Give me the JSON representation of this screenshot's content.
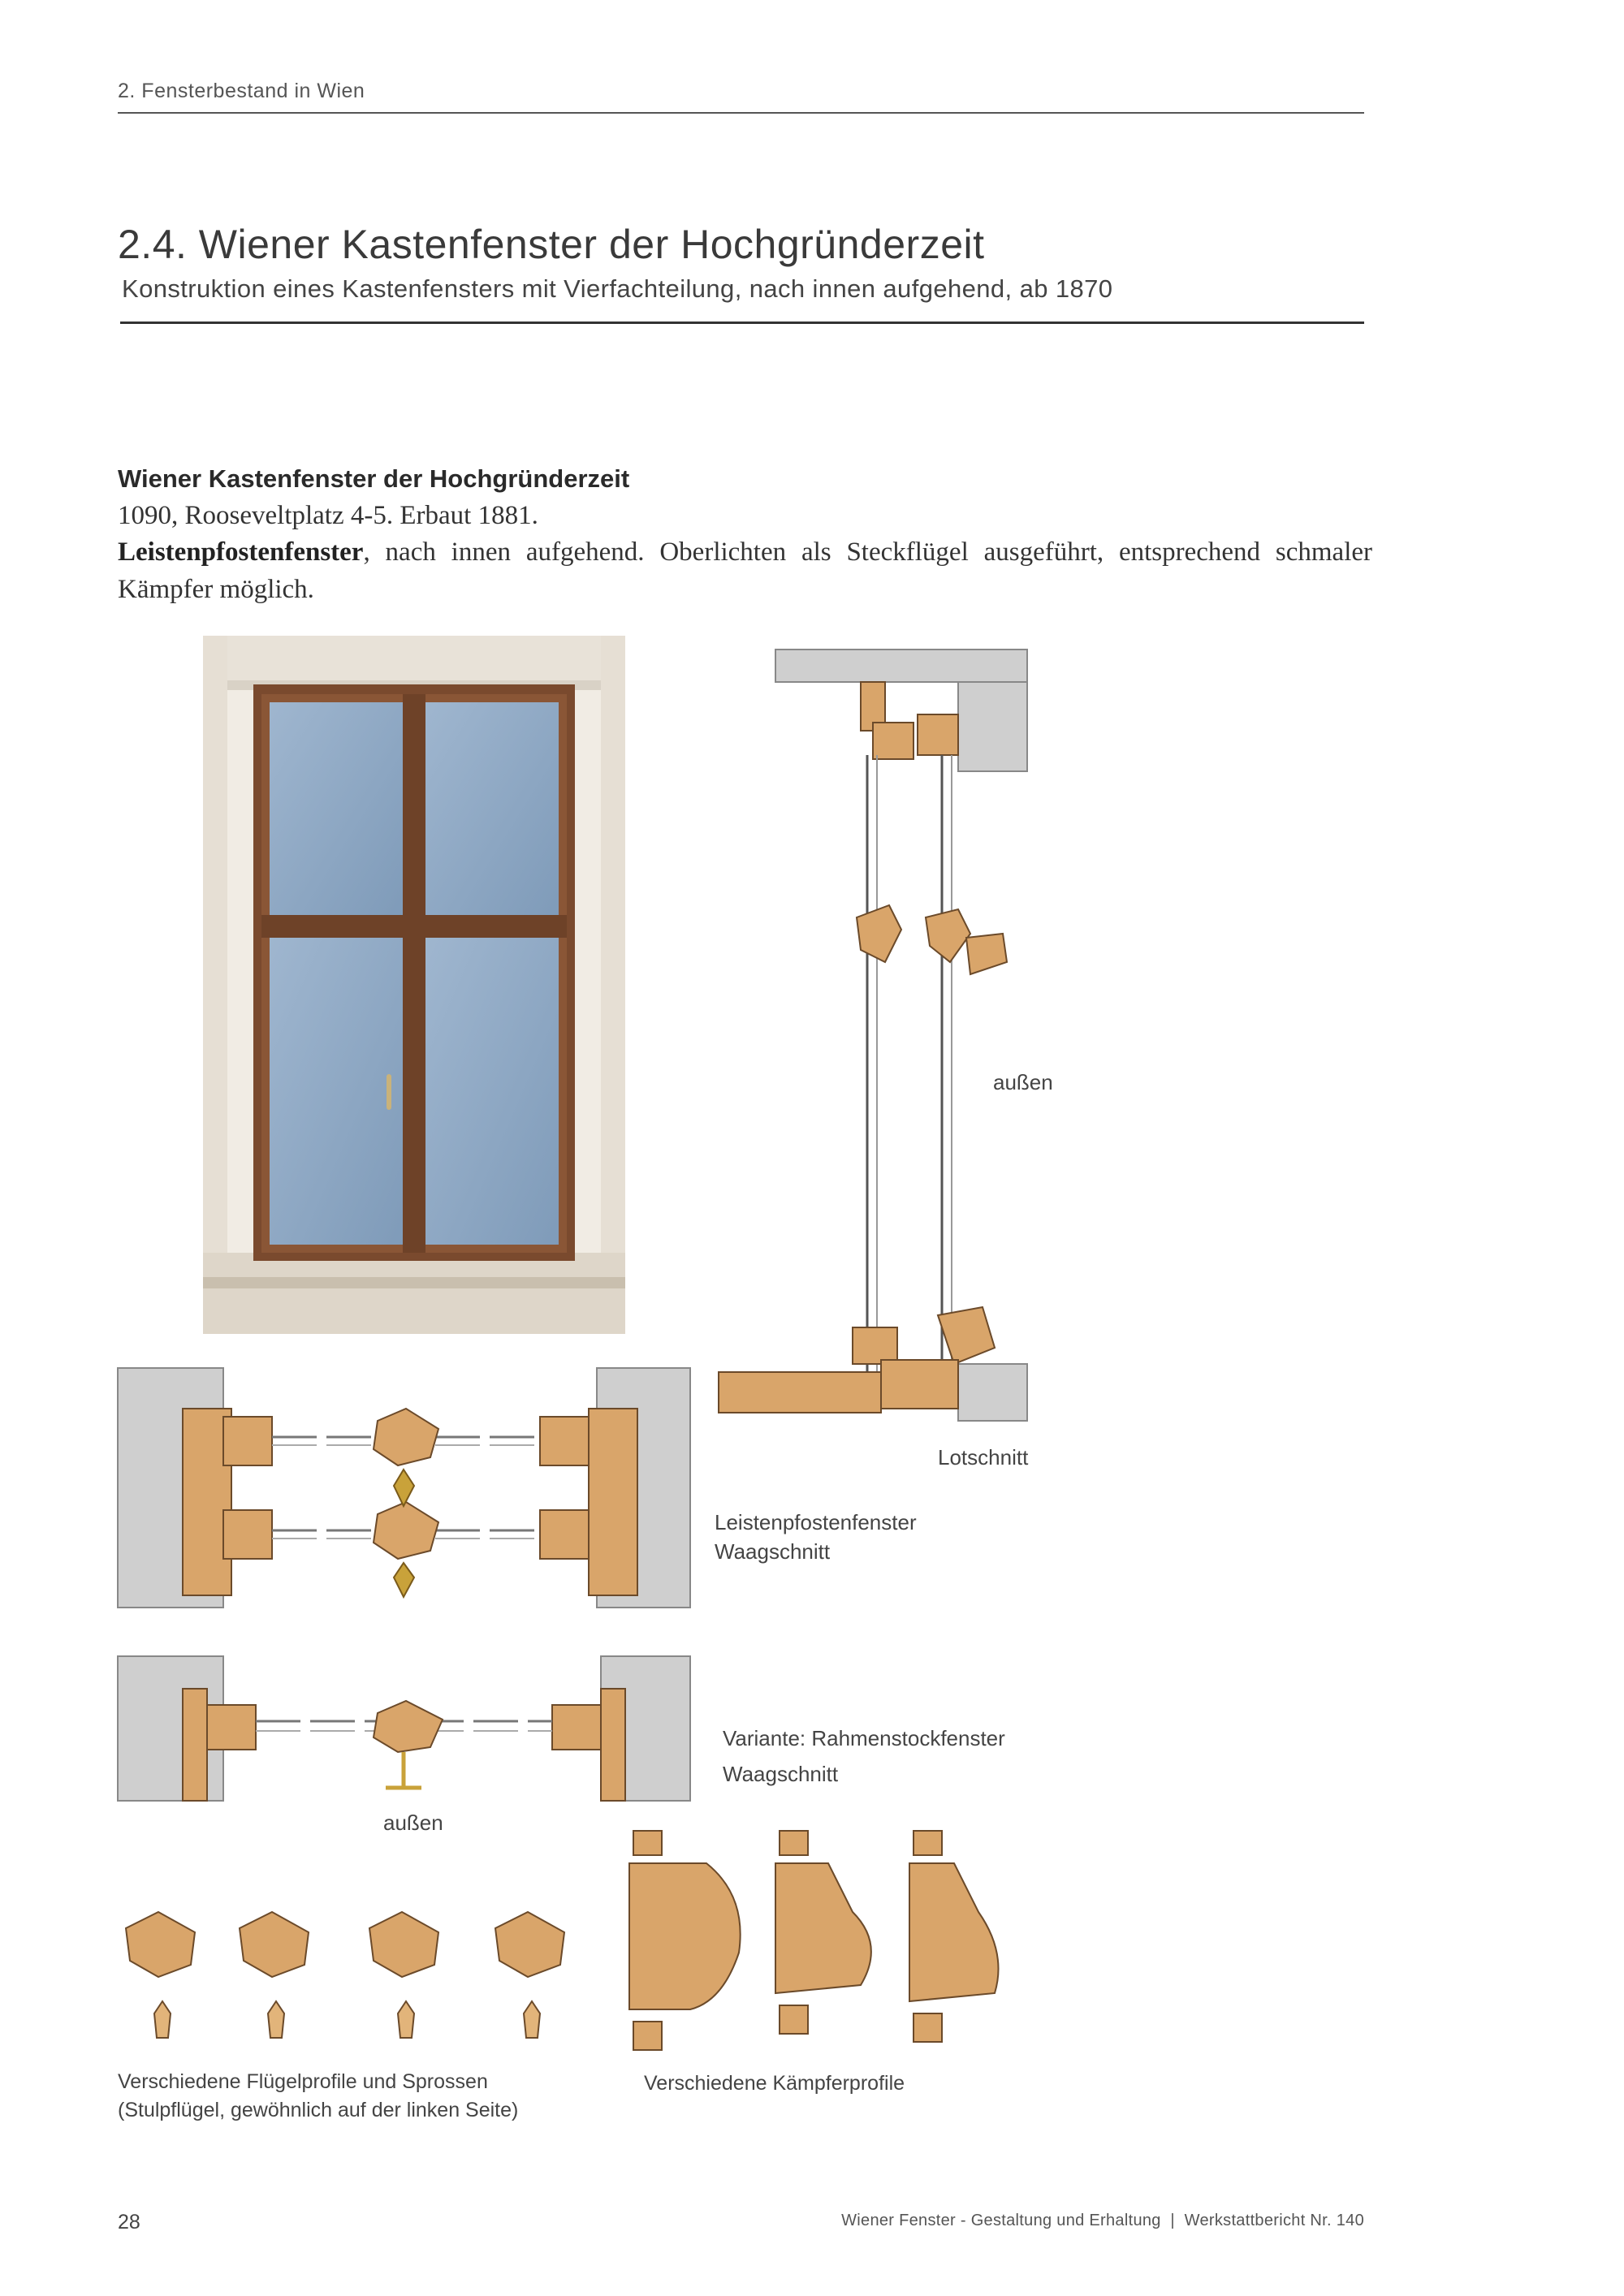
{
  "header": {
    "running_head": "2. Fensterbestand in Wien"
  },
  "section": {
    "title": "2.4. Wiener Kastenfenster der Hochgründerzeit",
    "subtitle": "Konstruktion eines Kastenfensters mit Vierfachteilung, nach innen aufgehend, ab 1870"
  },
  "caption": {
    "heading": "Wiener Kastenfenster der Hochgründerzeit",
    "address": "1090, Rooseveltplatz 4-5. Erbaut 1881.",
    "term": "Leistenpfostenfenster",
    "rest": ", nach innen aufgehend. Oberlichten als Steckflügel ausgeführt, entsprechend schmaler Kämpfer möglich."
  },
  "figure_labels": {
    "aussen_lot": "außen",
    "lotschnitt": "Lotschnitt",
    "waag1_line1": "Leistenpfostenfenster",
    "waag1_line2": "Waagschnitt",
    "variante_line1": "Variante: Rahmenstockfenster",
    "variante_line2": "Waagschnitt",
    "aussen_waag": "außen",
    "fluegel_line1": "Verschiedene Flügelprofile und Sprossen",
    "fluegel_line2": "(Stulpflügel, gewöhnlich auf der linken Seite)",
    "kaempfer": "Verschiedene Kämpferprofile"
  },
  "footer": {
    "page_number": "28",
    "publication": "Wiener Fenster - Gestaltung und Erhaltung  |  Werkstattbericht Nr. 140"
  },
  "colors": {
    "wood": "#d9a56a",
    "wood_dark": "#b9824a",
    "stone": "#c8c8c8",
    "glass": "#8fa9c4",
    "frame_brown": "#7a4a2e"
  }
}
